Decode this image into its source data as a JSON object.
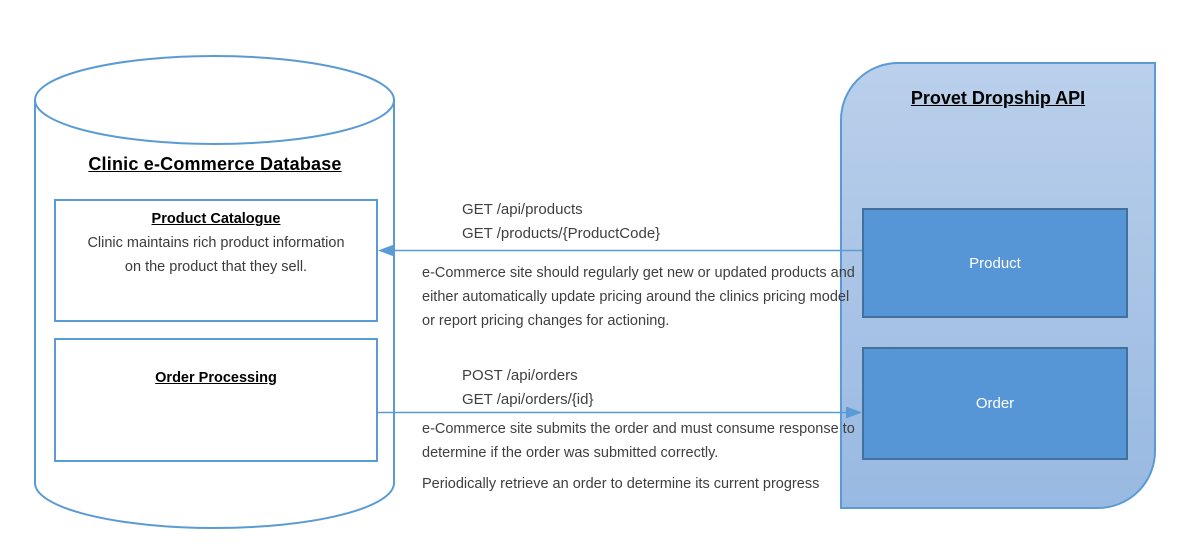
{
  "database": {
    "title": "Clinic e-Commerce Database",
    "product_catalogue": {
      "title": "Product Catalogue",
      "description": "Clinic maintains rich product information on the product that they sell."
    },
    "order_processing": {
      "title": "Order Processing"
    }
  },
  "api": {
    "title": "Provet Dropship API",
    "boxes": {
      "product": "Product",
      "order": "Order"
    }
  },
  "flows": {
    "products": {
      "direction": "api-to-database",
      "endpoints": [
        "GET /api/products",
        "GET /products/{ProductCode}"
      ],
      "description": "e-Commerce site should regularly get new or updated products and either automatically update pricing around the clinics pricing model or report pricing changes for actioning."
    },
    "orders": {
      "direction": "database-to-api",
      "endpoints": [
        "POST /api/orders",
        "GET /api/orders/{id}"
      ],
      "description": "e-Commerce site submits the order and must consume response to determine if the order was submitted correctly.",
      "note": "Periodically retrieve an order to determine its current progress"
    }
  },
  "colors": {
    "accent_stroke": "#5b9bd5",
    "api_box_fill": "#5696d6",
    "api_box_border": "#41719c",
    "api_shape_fill_top": "#bad0ec",
    "api_shape_fill_bottom": "#98b9e2",
    "body_text": "#3f3f3f",
    "title_text": "#000000"
  }
}
